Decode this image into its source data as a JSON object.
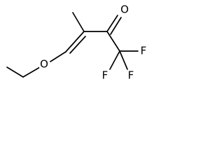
{
  "molecule": {
    "atoms": {
      "oxygen_ether": "O",
      "oxygen_carbonyl": "O",
      "fluorine_top": "F",
      "fluorine_left": "F",
      "fluorine_right": "F"
    },
    "colors": {
      "bond": "#000000",
      "background": "#ffffff"
    }
  }
}
